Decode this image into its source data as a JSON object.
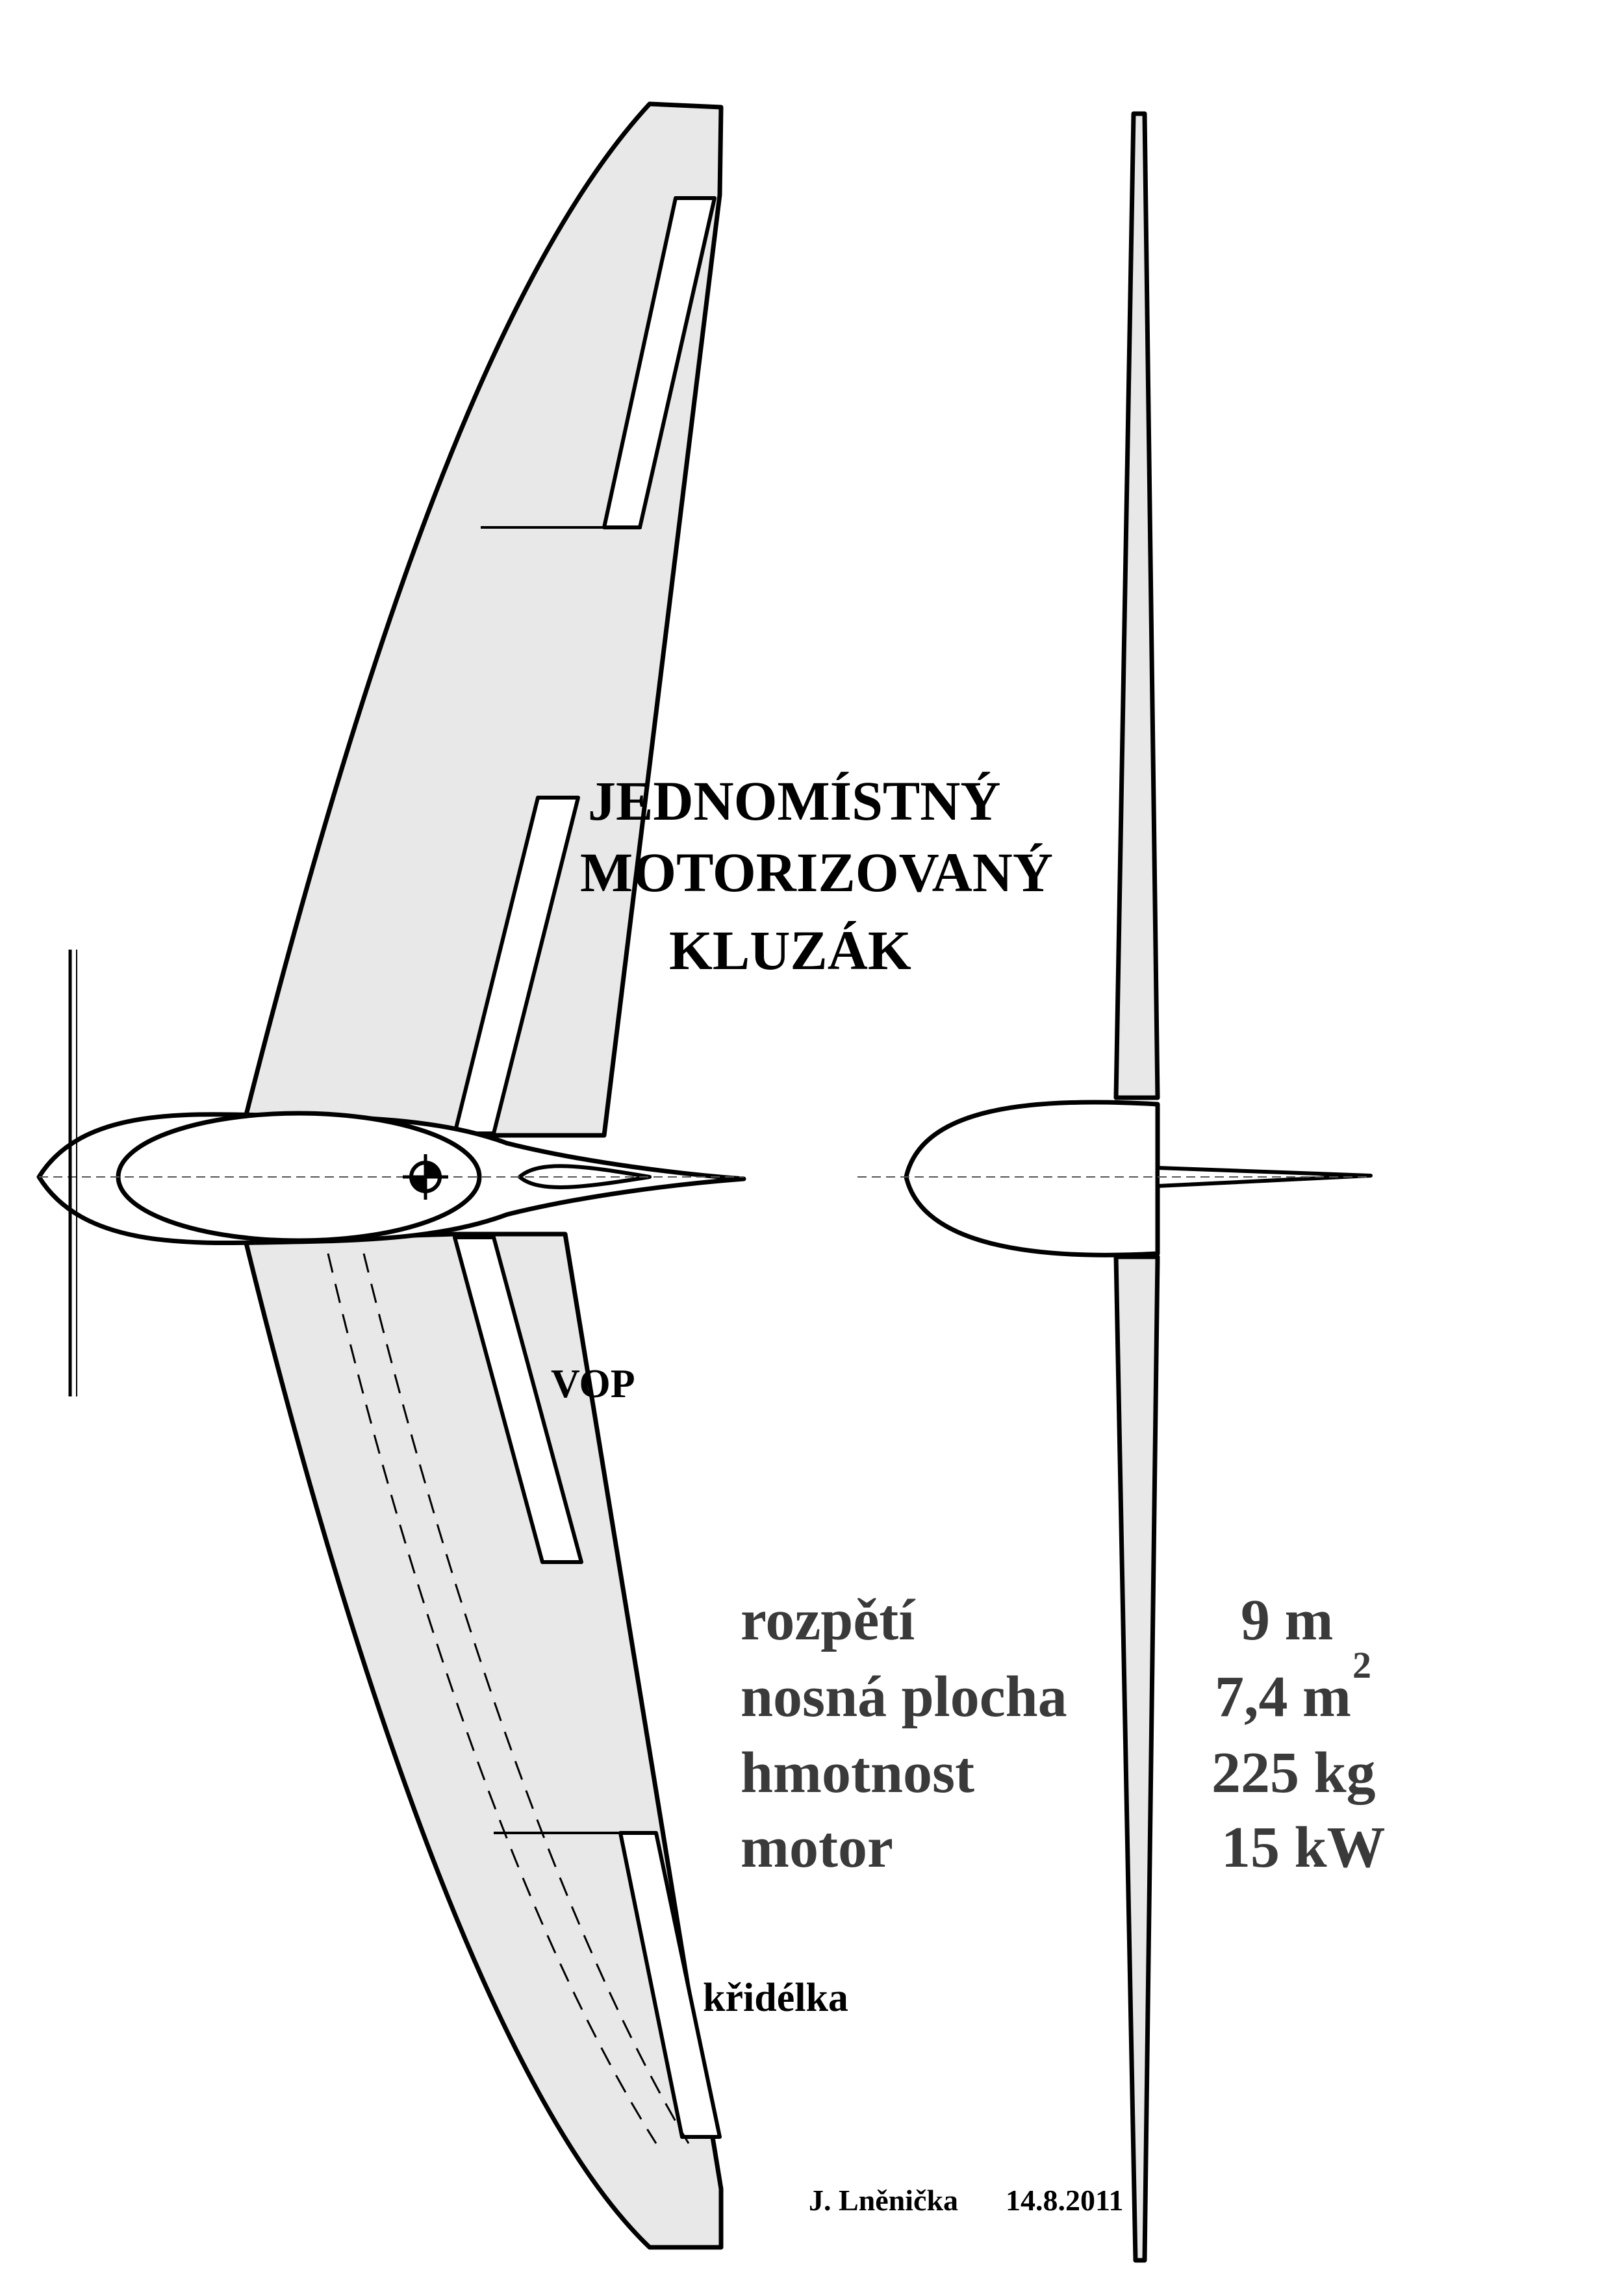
{
  "title": {
    "line1": "JEDNOMÍSTNÝ",
    "line2": "MOTORIZOVANÝ",
    "line3": "KLUZÁK"
  },
  "labels": {
    "vop": "VOP",
    "ailerons": "křidélka"
  },
  "specs": [
    {
      "name": "rozpětí",
      "value": "9 m"
    },
    {
      "name": "nosná plocha",
      "value": "7,4 m",
      "superscript": "2"
    },
    {
      "name": "hmotnost",
      "value": "225 kg"
    },
    {
      "name": "motor",
      "value": "15 kW"
    }
  ],
  "credit": {
    "author": "J. Lněnička",
    "date": "14.8.2011"
  },
  "colors": {
    "ink": "#000000",
    "wing_fill": "#e8e8e8",
    "spec_text": "#3a3a3a"
  }
}
